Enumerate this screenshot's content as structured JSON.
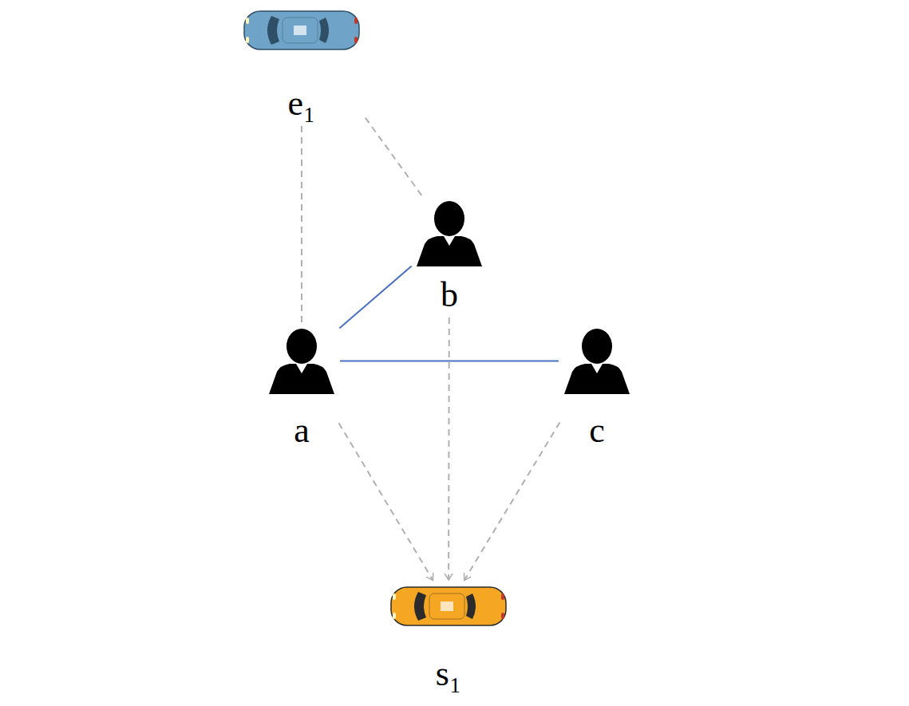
{
  "diagram": {
    "nodes": [
      {
        "text": [
          "e₁"
        ]
      },
      {
        "text": [
          "b"
        ]
      },
      {
        "text": [
          "a"
        ]
      },
      {
        "text": [
          "c"
        ]
      },
      {
        "text": [
          "s₁"
        ]
      }
    ],
    "edges": [
      {
        "from": 0,
        "to": 2,
        "arrow": "none"
      },
      {
        "from": 0,
        "to": 1,
        "arrow": "none"
      },
      {
        "from": 2,
        "to": 1,
        "arrow": "none"
      },
      {
        "from": 2,
        "to": 3,
        "arrow": "none"
      },
      {
        "from": 2,
        "to": 4,
        "arrow": "to"
      },
      {
        "from": 1,
        "to": 4,
        "arrow": "to"
      },
      {
        "from": 3,
        "to": 4,
        "arrow": "to"
      }
    ]
  }
}
